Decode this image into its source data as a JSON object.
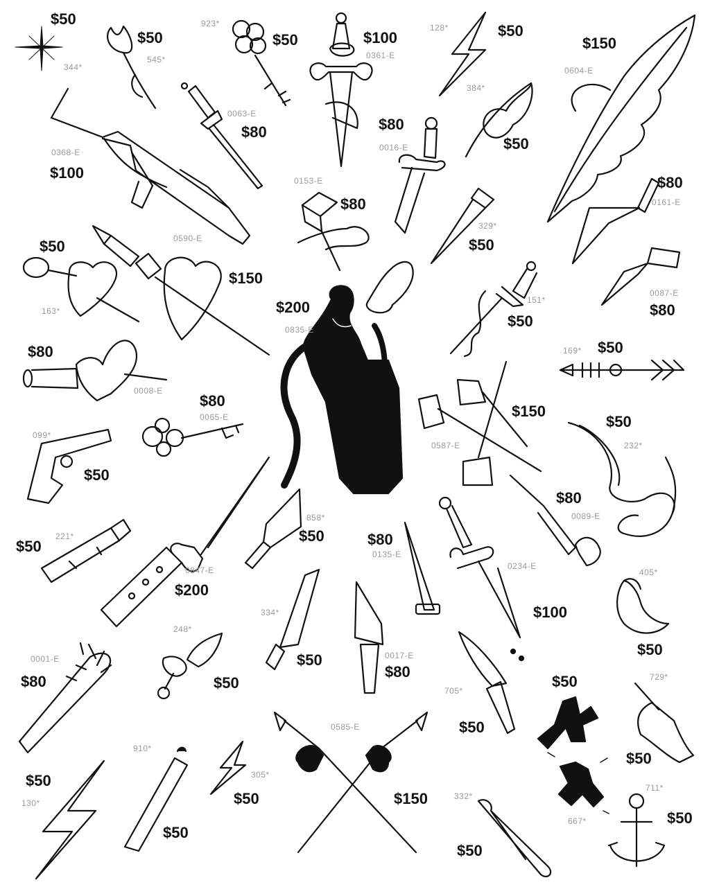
{
  "sheet": {
    "background": "#ffffff",
    "ink": "#111111",
    "code_color": "#9a9a9a"
  },
  "items": [
    {
      "id": "sparkle",
      "icon": "sparkle-icon",
      "price": "$50",
      "code": "344*"
    },
    {
      "id": "tulip",
      "icon": "tulip-icon",
      "price": "$50",
      "code": "545*"
    },
    {
      "id": "clover-key",
      "icon": "clover-key-icon",
      "price": "$50",
      "code": "923*"
    },
    {
      "id": "dagger-swirl-hilt",
      "icon": "dagger-icon",
      "price": "$100",
      "code": "0361-E"
    },
    {
      "id": "lightning-small",
      "icon": "lightning-bolt-icon",
      "price": "$50",
      "code": "128*"
    },
    {
      "id": "quill-large",
      "icon": "quill-feather-icon",
      "price": "$150",
      "code": "0604-E"
    },
    {
      "id": "rifle",
      "icon": "rifle-icon",
      "price": "$100",
      "code": "0368-E"
    },
    {
      "id": "dagger-thin",
      "icon": "dagger-icon",
      "price": "$80",
      "code": "0063-E"
    },
    {
      "id": "dagger-short",
      "icon": "dagger-icon",
      "price": "$80",
      "code": "0016-E"
    },
    {
      "id": "wheat",
      "icon": "wheat-icon",
      "price": "$50",
      "code": "384*"
    },
    {
      "id": "dagger-in-banner",
      "icon": "dagger-banner-icon",
      "price": "$80",
      "code": "0153-E"
    },
    {
      "id": "kitchen-knife",
      "icon": "knife-icon",
      "price": "$80",
      "code": "0161-E"
    },
    {
      "id": "nail",
      "icon": "nail-icon",
      "price": "$50",
      "code": "329*"
    },
    {
      "id": "pierced-heart-small",
      "icon": "pierced-heart-icon",
      "price": "$50",
      "code": "163*"
    },
    {
      "id": "heart-dagger",
      "icon": "heart-dagger-icon",
      "price": "$150",
      "code": "0590-E"
    },
    {
      "id": "hunting-knife",
      "icon": "knife-icon",
      "price": "$80",
      "code": "0087-E"
    },
    {
      "id": "woman-snake",
      "icon": "woman-snake-icon",
      "price": "$200",
      "code": "0835-E"
    },
    {
      "id": "thorn-dagger",
      "icon": "thorn-dagger-icon",
      "price": "$50",
      "code": "151*"
    },
    {
      "id": "heart-stabbed",
      "icon": "heart-dagger-icon",
      "price": "$80",
      "code": "0008-E"
    },
    {
      "id": "fishbone-arrow",
      "icon": "arrow-icon",
      "price": "$50",
      "code": "169*"
    },
    {
      "id": "love-key",
      "icon": "love-key-icon",
      "price": "$80",
      "code": "0065-E"
    },
    {
      "id": "crossed-nails",
      "icon": "crossed-nails-icon",
      "price": "$150",
      "code": "0587-E"
    },
    {
      "id": "snake",
      "icon": "snake-icon",
      "price": "$50",
      "code": "232*"
    },
    {
      "id": "revolver",
      "icon": "revolver-icon",
      "price": "$50",
      "code": "099*"
    },
    {
      "id": "dart",
      "icon": "dart-icon",
      "price": "$80",
      "code": "0089-E"
    },
    {
      "id": "lipstick",
      "icon": "lipstick-icon",
      "price": "$50",
      "code": "221*"
    },
    {
      "id": "switchblade",
      "icon": "switchblade-icon",
      "price": "$200",
      "code": "0847-E"
    },
    {
      "id": "cleaver",
      "icon": "cleaver-icon",
      "price": "$50",
      "code": "858*"
    },
    {
      "id": "spike",
      "icon": "spike-icon",
      "price": "$80",
      "code": "0135-E"
    },
    {
      "id": "dagger-blood",
      "icon": "dagger-icon",
      "price": "$100",
      "code": "0234-E"
    },
    {
      "id": "banana",
      "icon": "banana-icon",
      "price": "$50",
      "code": "405*"
    },
    {
      "id": "chef-knife",
      "icon": "knife-icon",
      "price": "$50",
      "code": "334*"
    },
    {
      "id": "butcher-knife",
      "icon": "knife-icon",
      "price": "$80",
      "code": "0017-E"
    },
    {
      "id": "spiked-bat",
      "icon": "spiked-bat-icon",
      "price": "$80",
      "code": "0001-E"
    },
    {
      "id": "leaf-dagger",
      "icon": "dagger-icon",
      "price": "$50",
      "code": "248*"
    },
    {
      "id": "bowie-knife",
      "icon": "knife-icon",
      "price": "$50",
      "code": "705*"
    },
    {
      "id": "dancer-figure",
      "icon": "dancing-figure-icon",
      "price": "$50",
      "code": "667*"
    },
    {
      "id": "push-pin",
      "icon": "push-pin-icon",
      "price": "$50",
      "code": "729*"
    },
    {
      "id": "crossed-swords",
      "icon": "crossed-swords-icon",
      "price": "$150",
      "code": "0585-E"
    },
    {
      "id": "lightning-large",
      "icon": "lightning-bolt-icon",
      "price": "$50",
      "code": "130*"
    },
    {
      "id": "joint",
      "icon": "joint-icon",
      "price": "$50",
      "code": "910*"
    },
    {
      "id": "lightning-mini",
      "icon": "lightning-bolt-icon",
      "price": "$50",
      "code": "305*"
    },
    {
      "id": "safety-pin",
      "icon": "safety-pin-icon",
      "price": "$50",
      "code": "332*"
    },
    {
      "id": "anchor",
      "icon": "anchor-icon",
      "price": "$50",
      "code": "711*"
    }
  ]
}
